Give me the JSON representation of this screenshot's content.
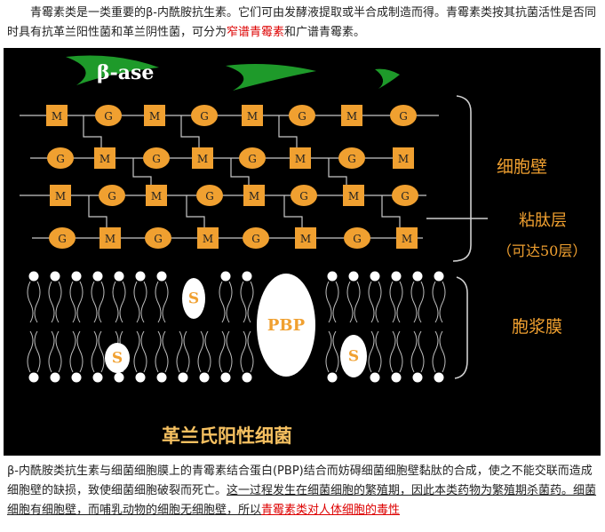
{
  "intro": {
    "part1": "　　青霉素类是一类重要的β-内酰胺抗生素。它们可由发酵液提取或半合成制造而得。青霉素类按其抗菌活性是否同时具有抗革兰阳性菌和革兰阴性菌，可分为",
    "link": "窄谱青霉素",
    "part2": "和广谱青霉素。"
  },
  "figure": {
    "enzyme_label": "β-ase",
    "m_label": "M",
    "g_label": "G",
    "s_label": "S",
    "pbp_label": "PBP",
    "cell_wall_label": "细胞壁",
    "peptidoglycan_label": "粘肽层",
    "layers_note": "（可达50层）",
    "membrane_label": "胞浆膜",
    "caption": "革兰氏阳性细菌",
    "colors": {
      "background": "#000000",
      "unit": "#f0a030",
      "enzyme": "#1e9a2a",
      "label": "#f0a030",
      "caption": "#f5c060"
    }
  },
  "body": {
    "part1": "β-内酰胺类抗生素与细菌细胞膜上的青霉素结合蛋白(PBP)结合而妨碍细菌细胞壁黏肽的合成，使之不能交联而造成细胞壁的缺损，致使细菌细胞破裂而死亡。",
    "underlined": "这一过程发生在细菌细胞的繁殖期，因此本类药物为繁殖期杀菌药。细菌细胞有细胞壁，而哺乳动物的细胞无细胞壁，所以",
    "link": "青霉素类对人体细胞的毒性"
  }
}
